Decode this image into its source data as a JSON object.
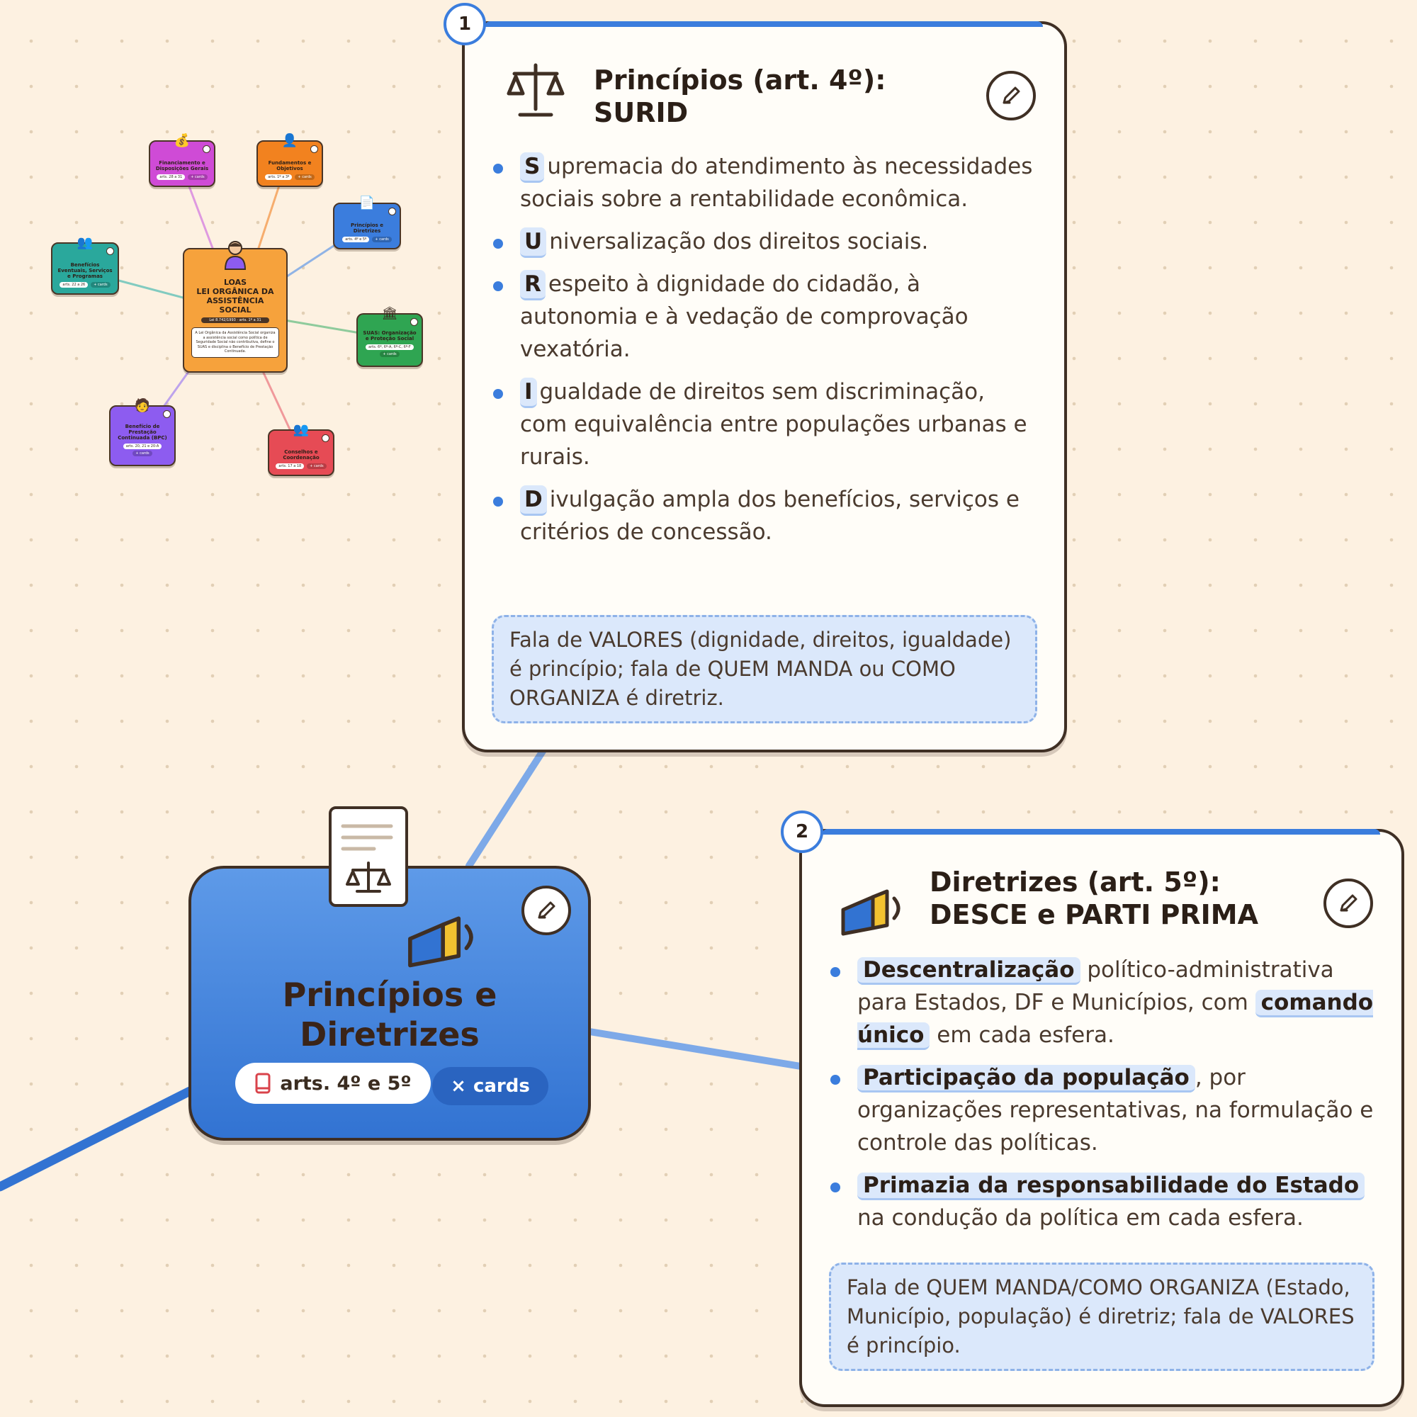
{
  "minimap": {
    "center": {
      "title": "LOAS\nLEI ORGÂNICA DA\nASSISTÊNCIA\nSOCIAL",
      "badge": "Lei 8.742/1993 · arts. 1º a 31",
      "description": "A Lei Orgânica da Assistência Social organiza a assistência social como política de Seguridade Social não contributiva, define o SUAS e disciplina o Benefício de Prestação Continuada."
    },
    "nodes": [
      {
        "title": "Financiamento e Disposições Gerais",
        "arts": "arts. 28 a 31",
        "cards": "+ cards",
        "color": "#cf4bd6"
      },
      {
        "title": "Fundamentos e Objetivos",
        "arts": "arts. 1º a 3º",
        "cards": "+ cards",
        "color": "#f2821f"
      },
      {
        "title": "Princípios e Diretrizes",
        "arts": "arts. 4º e 5º",
        "cards": "+ cards",
        "color": "#3b7ddd"
      },
      {
        "title": "Benefícios Eventuais, Serviços e Programas",
        "arts": "arts. 22 a 26",
        "cards": "+ cards",
        "color": "#2aa89c"
      },
      {
        "title": "SUAS: Organização e Proteção Social",
        "arts": "arts. 6º, 6º-A, 6º-C, 6º-F",
        "cards": "+ cards",
        "color": "#2fa552"
      },
      {
        "title": "Benefício de Prestação Continuada (BPC)",
        "arts": "arts. 20, 21 e 20-A",
        "cards": "+ cards",
        "color": "#8d5cf0"
      },
      {
        "title": "Conselhos e Coordenação",
        "arts": "arts. 17 a 18",
        "cards": "+ cards",
        "color": "#e64b55"
      }
    ]
  },
  "card1": {
    "badge": "1",
    "title_line1": "Princípios (art. 4º):",
    "title_line2": "SURID",
    "items": [
      {
        "letter": "S",
        "text": "upremacia do atendimento às necessidades sociais sobre a rentabilidade econômica."
      },
      {
        "letter": "U",
        "text": "niversalização dos direitos sociais."
      },
      {
        "letter": "R",
        "text": "espeito à dignidade do cidadão, à autonomia e à vedação de comprovação vexatória."
      },
      {
        "letter": "I",
        "text": "gualdade de direitos sem discriminação, com equivalência entre populações urbanas e rurais."
      },
      {
        "letter": "D",
        "text": "ivulgação ampla dos benefícios, serviços e critérios de concessão."
      }
    ],
    "note": "Fala de VALORES (dignidade, direitos, igualdade) é princípio; fala de QUEM MANDA ou COMO ORGANIZA é diretriz."
  },
  "card2": {
    "badge": "2",
    "title_line1": "Diretrizes (art. 5º):",
    "title_line2": "DESCE e PARTI PRIMA",
    "item1": {
      "hl1": "Descentralização",
      "text1": " político-administrativa para Estados, DF e Municípios, com ",
      "hl2": "comando único",
      "text2": " em cada esfera."
    },
    "item2": {
      "hl": "Participação da população",
      "text": ", por organizações representativas, na formulação e controle das políticas."
    },
    "item3": {
      "hl": "Primazia da responsabilidade do Estado",
      "text": " na condução da política em cada esfera."
    },
    "note": "Fala de QUEM MANDA/COMO ORGANIZA (Estado, Município, população) é diretriz; fala de VALORES é princípio."
  },
  "main_node": {
    "title_line1": "Princípios e",
    "title_line2": "Diretrizes",
    "arts": "arts. 4º e 5º",
    "cards_x": "×",
    "cards": "cards"
  },
  "colors": {
    "accent": "#3b7ddd",
    "border": "#3f2f24",
    "background": "#fdf1e1",
    "note_fill": "#dbe8fb"
  }
}
